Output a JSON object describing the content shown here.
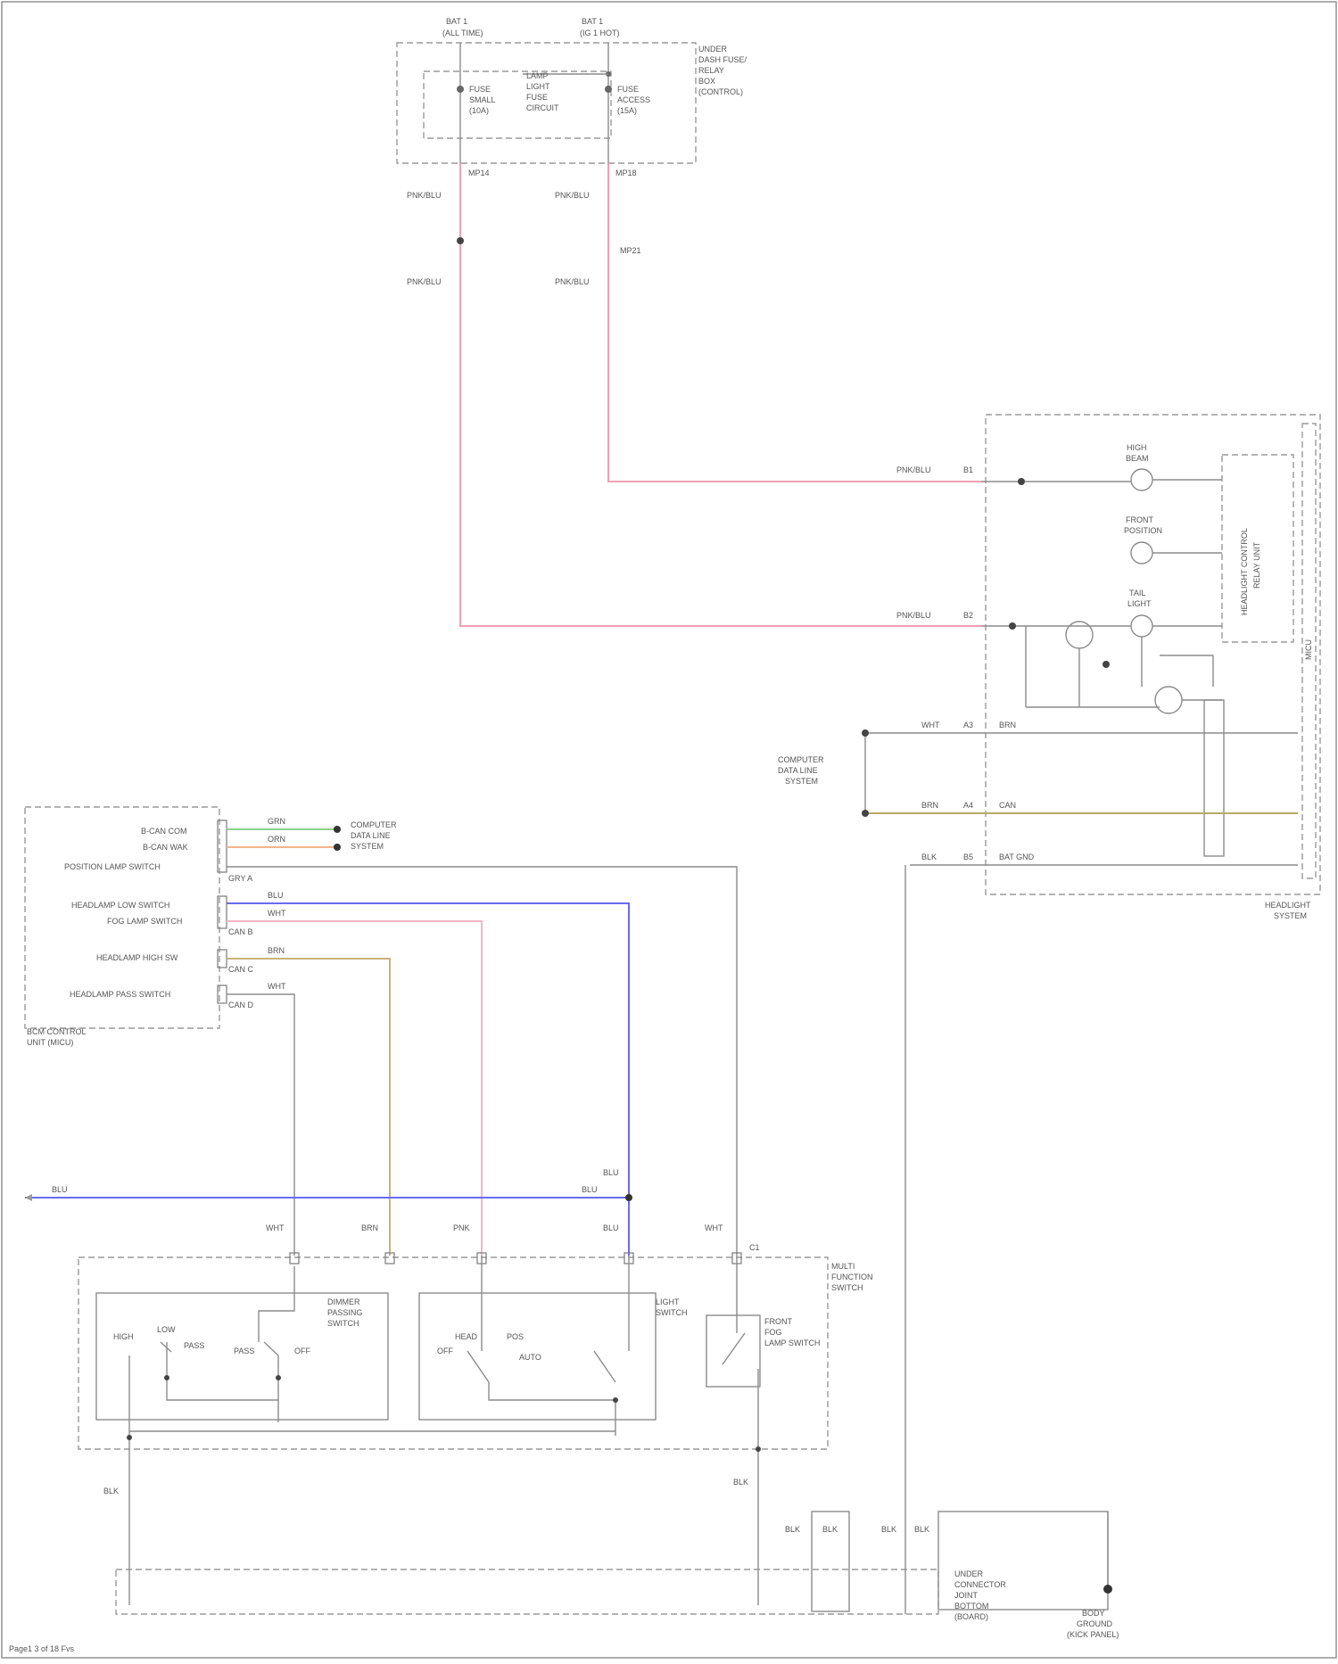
{
  "diagram": {
    "footer": "Page1 3 of 18 Fvs",
    "top_fuses": {
      "fuse_left": [
        "BAT 1",
        "(ALL TIME)"
      ],
      "fuse_right": [
        "BAT 1",
        "(IG 1 HOT)"
      ],
      "box_label": [
        "UNDER",
        "DASH FUSE/",
        "RELAY",
        "BOX",
        "(CONTROL)"
      ],
      "inner_fuse_left": [
        "FUSE",
        "SMALL",
        "(10A)"
      ],
      "inner_fuse_mid": [
        "LAMP",
        "LIGHT",
        "FUSE",
        "CIRCUIT"
      ],
      "inner_fuse_right": [
        "FUSE",
        "ACCESS",
        "(15A)"
      ],
      "pin_left": "MP14",
      "pin_right": "MP18",
      "wire_left_top": "PNK/BLU",
      "wire_right_top": "PNK/BLU",
      "pin_mid": "MP21",
      "wire_left_bottom": "PNK/BLU",
      "wire_right_bottom": "PNK/BLU"
    },
    "right_module": {
      "label": [
        "HEADLIGHT",
        "SYSTEM"
      ],
      "side_label": "MICU",
      "inner_vertical": [
        "HEADLIGHT CONTROL",
        "RELAY UNIT"
      ],
      "lamp_1": [
        "HIGH",
        "BEAM"
      ],
      "lamp_2": [
        "FRONT",
        "POSITION"
      ],
      "lamp_3": [
        "TAIL",
        "LIGHT"
      ],
      "wire_1": "PNK/BLU",
      "wire_2": "PNK/BLU",
      "wire_3": "WHT",
      "wire_4": "BRN",
      "wire_5": "BLK",
      "pin_1": "B1",
      "pin_2": "B2",
      "pin_3": "A3",
      "pin_4": "A4",
      "pin_5": "B5",
      "inner_pin_3": "BRN",
      "inner_pin_4": "CAN",
      "inner_pin_5": "BAT GND",
      "side_system": [
        "COMPUTER",
        "DATA LINE",
        "SYSTEM"
      ]
    },
    "left_module": {
      "title": [
        "BCM CONTROL",
        "UNIT (MICU)"
      ],
      "rows": [
        "B-CAN COM",
        "B-CAN WAK",
        "POSITION LAMP SWITCH",
        "HEADLAMP LOW SWITCH",
        "FOG LAMP SWITCH",
        "HEADLAMP HIGH SW",
        "HEADLAMP PASS SWITCH"
      ],
      "wires": [
        "GRN",
        "ORN",
        "BLU",
        "WHT",
        "BRN",
        "WHT"
      ],
      "sub_labels": [
        "GRY A",
        "CAN B",
        "CAN C",
        "CAN D"
      ],
      "side_system": [
        "COMPUTER",
        "DATA LINE",
        "SYSTEM"
      ]
    },
    "bus_labels": [
      "BLU",
      "BLU",
      "BLU"
    ],
    "lower_wires": [
      "WHT",
      "BRN",
      "PNK",
      "BLU",
      "WHT"
    ],
    "combination_switch": {
      "label": [
        "MULTI",
        "FUNCTION",
        "SWITCH"
      ],
      "dimmer": [
        "DIMMER",
        "PASSING",
        "SWITCH"
      ],
      "dimmer_terms": [
        "HIGH",
        "LOW",
        "PASS",
        "PASS",
        "OFF"
      ],
      "lights": [
        "LIGHT",
        "SWITCH"
      ],
      "lights_terms": [
        "OFF",
        "HEAD",
        "POS",
        "AUTO"
      ],
      "fog": [
        "FRONT",
        "FOG",
        "LAMP SWITCH"
      ],
      "pin_label": "C1"
    },
    "ground": {
      "wire_left": "BLK",
      "wire_mid": "BLK",
      "wire_gnd1": "BLK",
      "wire_gnd2": "BLK",
      "wire_gnd3": "BLK",
      "wire_gnd4": "BLK",
      "junction_label": [
        "UNDER",
        "CONNECTOR",
        "JOINT",
        "BOTTOM",
        "(BOARD)"
      ],
      "ground_label": [
        "BODY",
        "GROUND",
        "(KICK PANEL)"
      ]
    }
  }
}
